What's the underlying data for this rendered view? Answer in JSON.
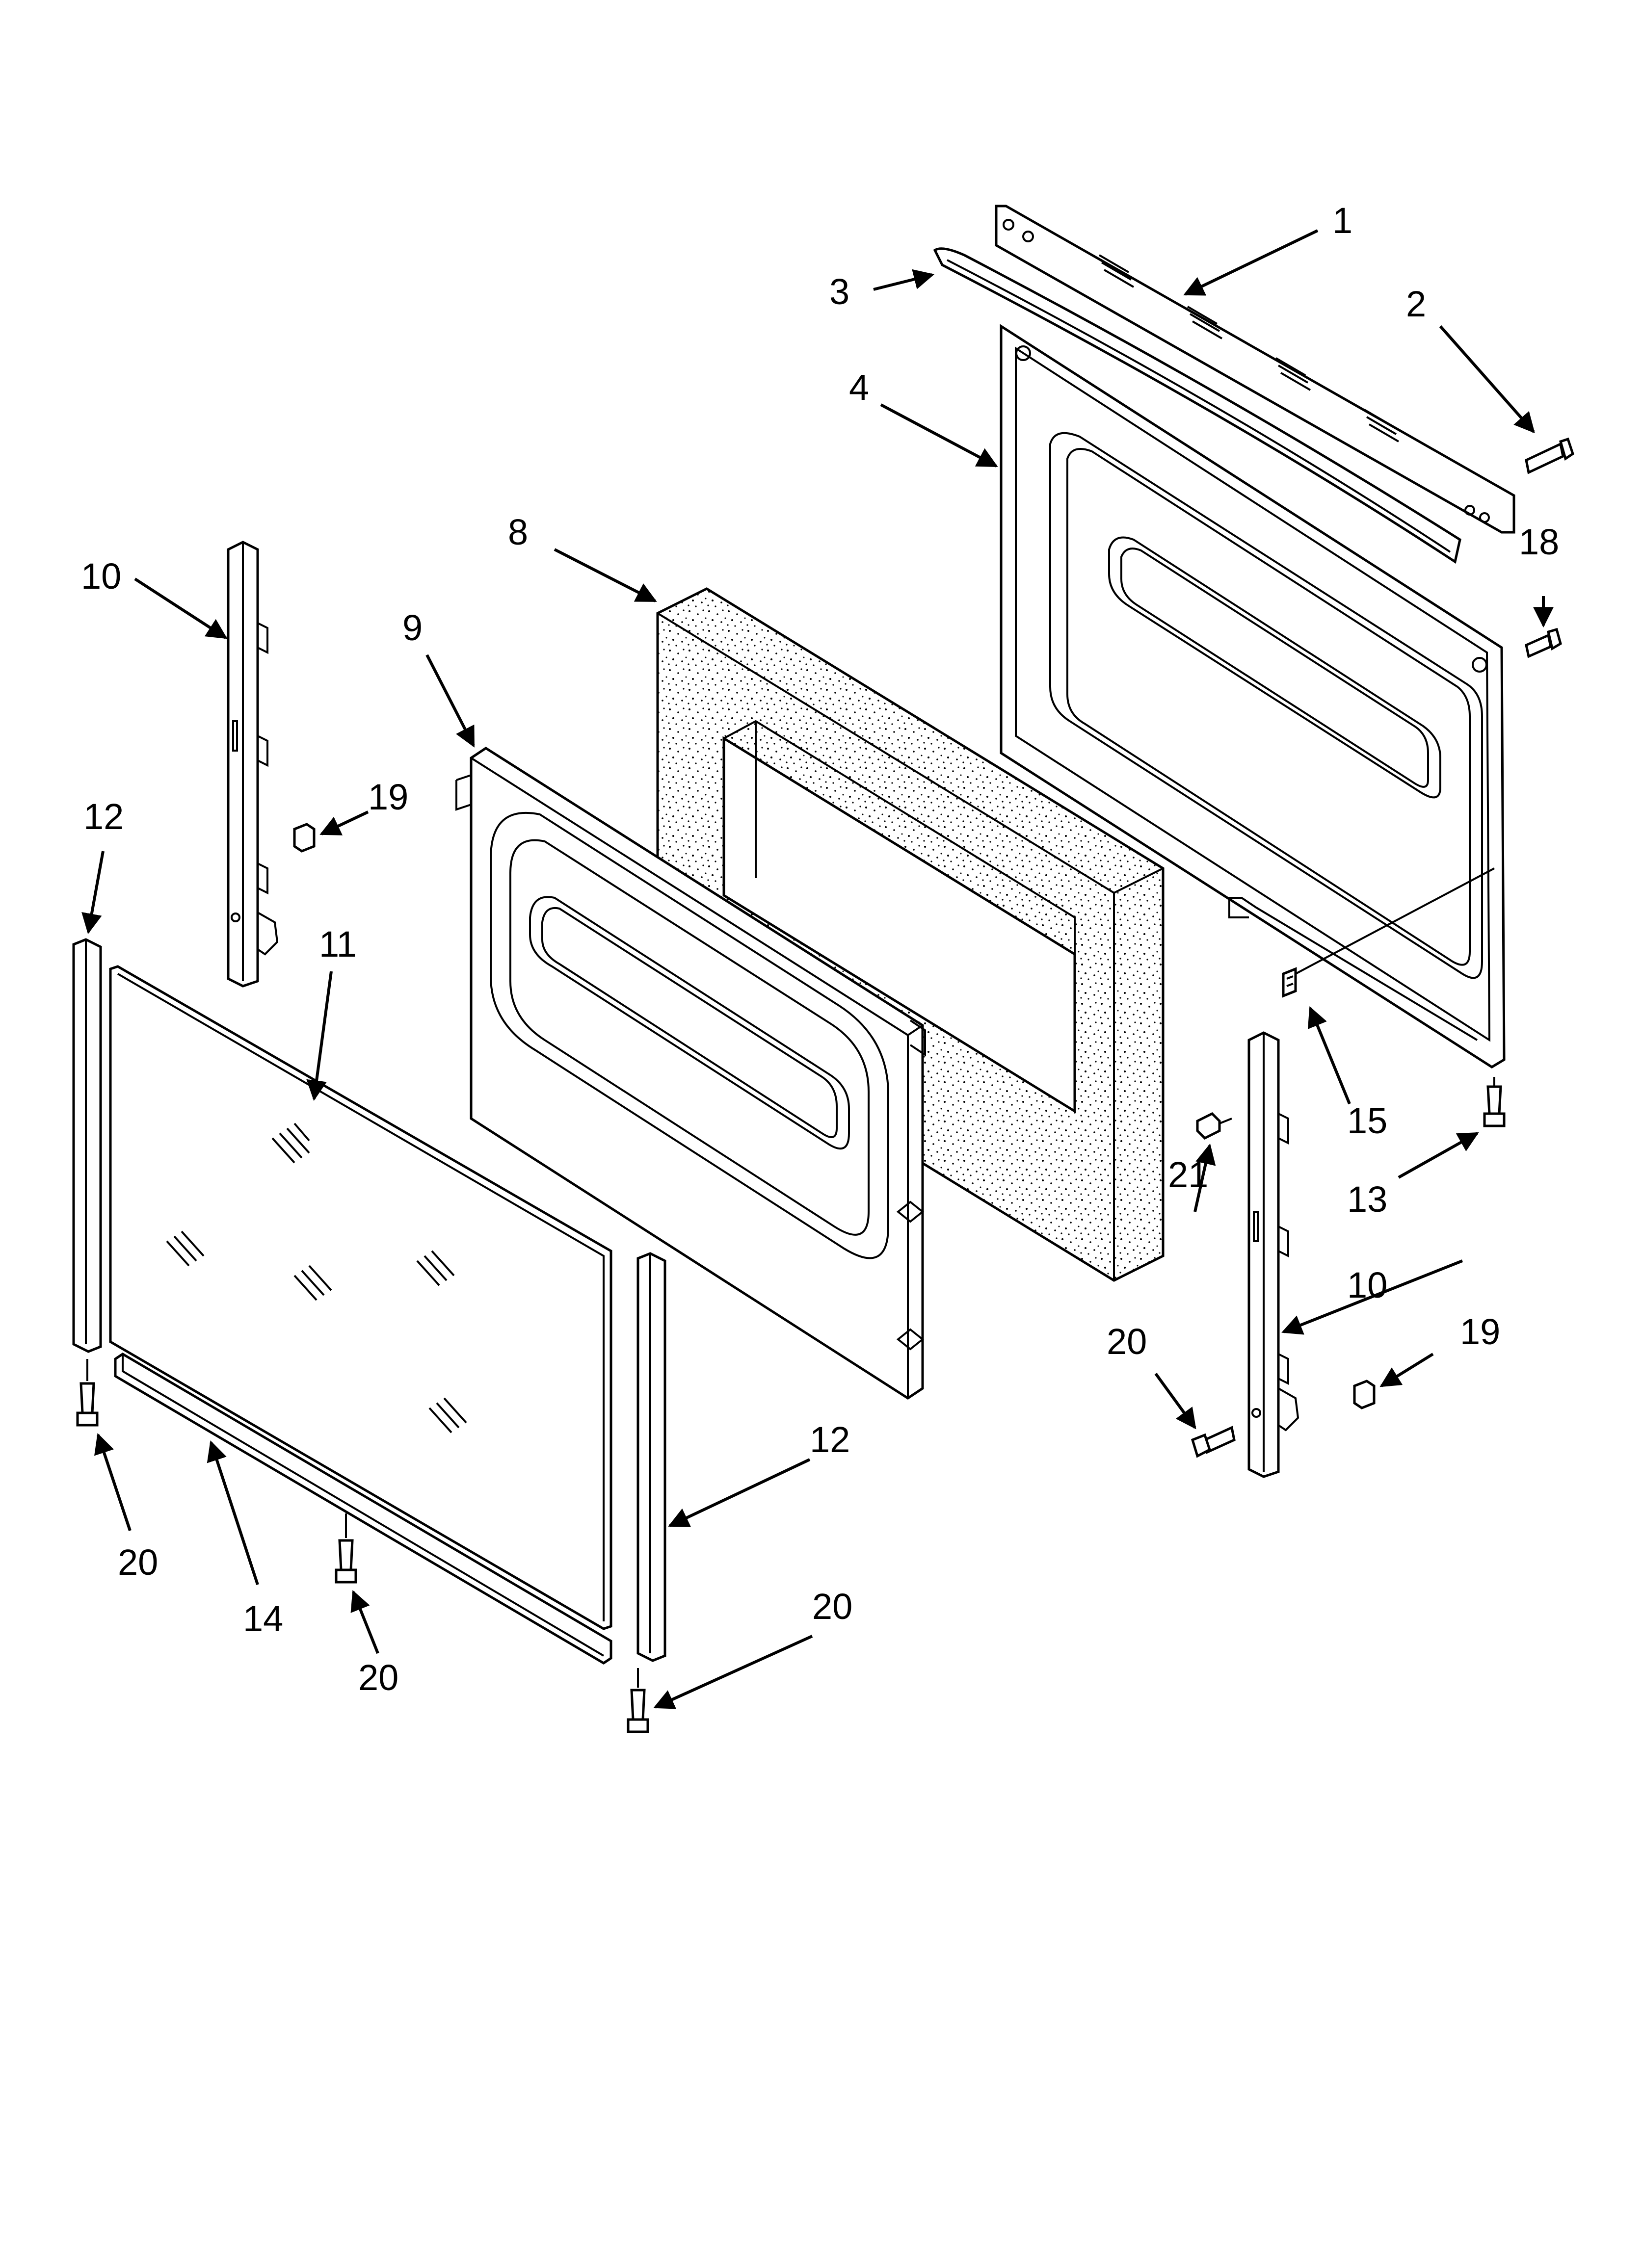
{
  "callouts": {
    "c1": "1",
    "c2": "2",
    "c3": "3",
    "c4": "4",
    "c8": "8",
    "c9": "9",
    "c10a": "10",
    "c10b": "10",
    "c11": "11",
    "c12a": "12",
    "c12b": "12",
    "c13": "13",
    "c14": "14",
    "c15": "15",
    "c18": "18",
    "c19a": "19",
    "c19b": "19",
    "c20a": "20",
    "c20b": "20",
    "c20c": "20",
    "c20d": "20",
    "c21": "21"
  }
}
